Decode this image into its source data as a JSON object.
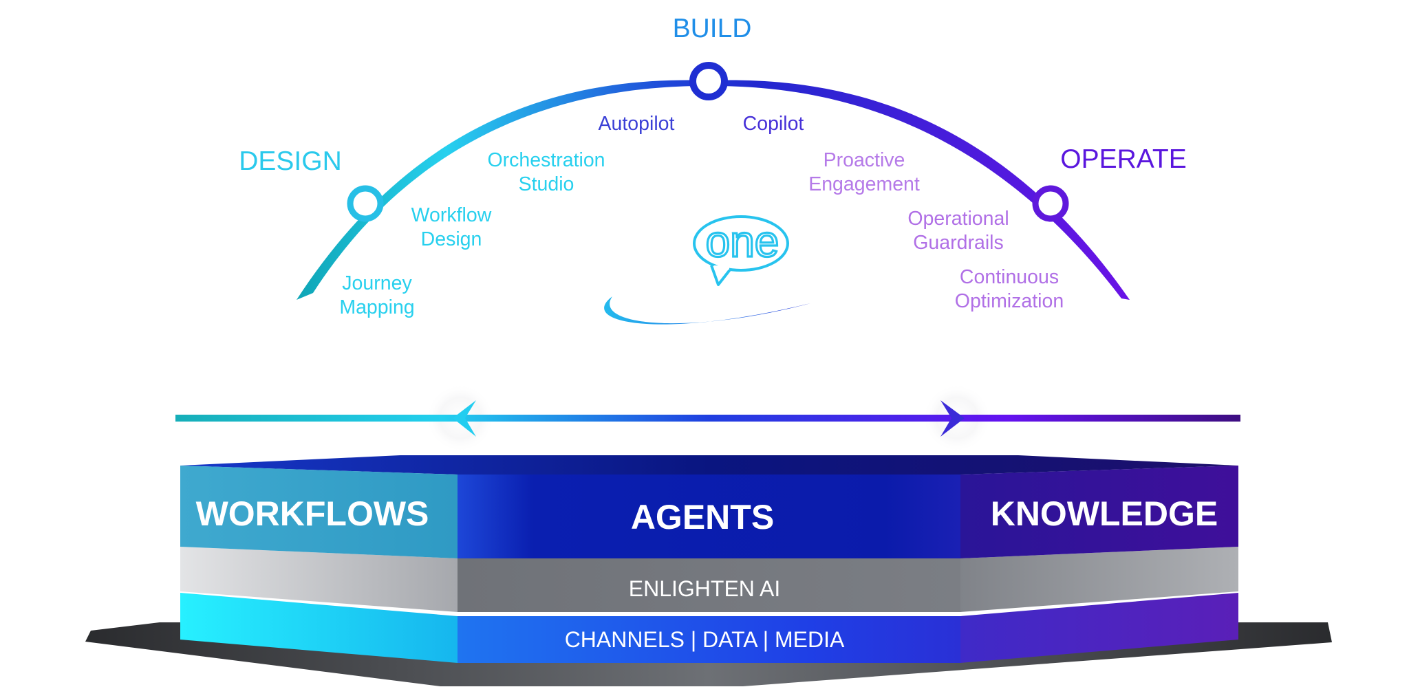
{
  "phases": {
    "design": "DESIGN",
    "build": "BUILD",
    "operate": "OPERATE"
  },
  "steps": {
    "journey_mapping": [
      "Journey",
      "Mapping"
    ],
    "workflow_design": [
      "Workflow",
      "Design"
    ],
    "orchestration_studio": [
      "Orchestration",
      "Studio"
    ],
    "autopilot": "Autopilot",
    "copilot": "Copilot",
    "proactive_engagement": [
      "Proactive",
      "Engagement"
    ],
    "operational_guardrails": [
      "Operational",
      "Guardrails"
    ],
    "continuous_optimization": [
      "Continuous",
      "Optimization"
    ]
  },
  "logo": {
    "text": "one"
  },
  "layers": {
    "workflows": "WORKFLOWS",
    "agents": "AGENTS",
    "knowledge": "KNOWLEDGE",
    "enlighten_ai": "ENLIGHTEN AI",
    "channels": "CHANNELS | DATA | MEDIA"
  },
  "colors": {
    "design": "#28d2ee",
    "build": "#1f8ee8",
    "operate": "#5b14e0",
    "autopilot": "#3a3fd6",
    "copilot": "#4630d8",
    "violet_light": "#b06fe6",
    "agents": "#0a1fb0",
    "workflows": "#3aa8cc",
    "knowledge": "#3b0f9c"
  },
  "icons": [
    "arrow-left-icon",
    "arrow-right-icon",
    "speech-bubble-icon"
  ]
}
